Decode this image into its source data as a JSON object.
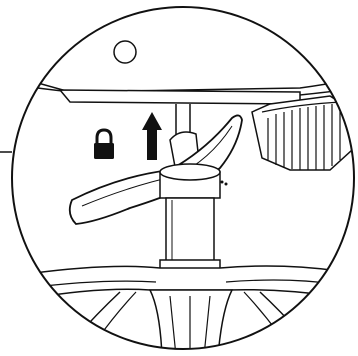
{
  "diagram": {
    "icons": [
      "lock-icon",
      "up-arrow-icon",
      "adjustment-knob",
      "gas-lift-cylinder",
      "chair-base"
    ],
    "colors": {
      "line": "#111111",
      "fill": "#ffffff",
      "icon": "#111111"
    }
  }
}
